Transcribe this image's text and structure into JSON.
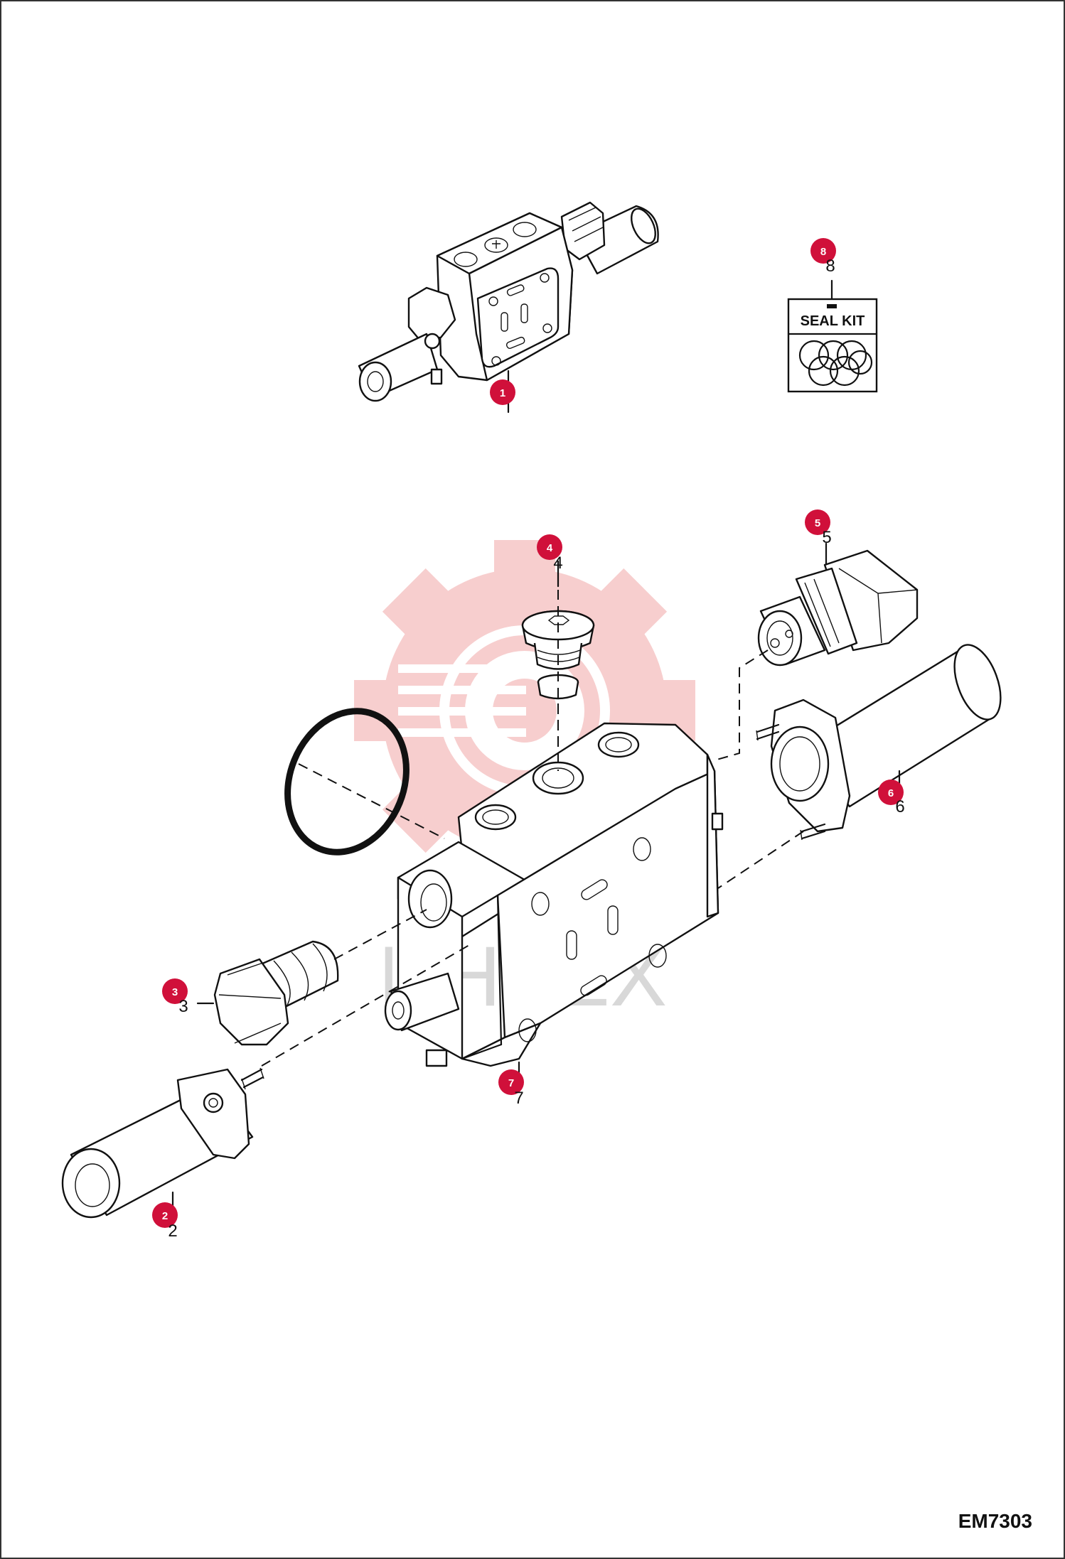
{
  "diagram_code": "EM7303",
  "seal_kit_label": "SEAL KIT",
  "watermark_text": "ИНТЕХ",
  "callouts": [
    {
      "id": "1",
      "stub": ""
    },
    {
      "id": "2",
      "stub": "2"
    },
    {
      "id": "3",
      "stub": "3"
    },
    {
      "id": "4",
      "stub": "4"
    },
    {
      "id": "5",
      "stub": "5"
    },
    {
      "id": "6",
      "stub": "6"
    },
    {
      "id": "7",
      "stub": "7"
    },
    {
      "id": "8",
      "stub": "8"
    }
  ],
  "colors": {
    "callout": "#d0103a",
    "watermark": "#f6c9c9",
    "line": "#111111",
    "border": "#333333"
  }
}
